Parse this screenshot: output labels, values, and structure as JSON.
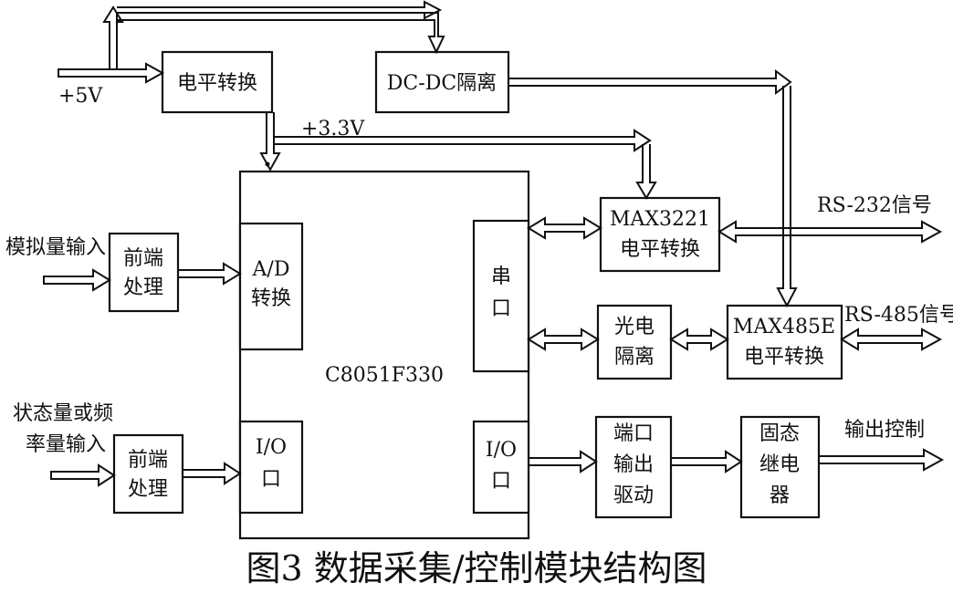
{
  "blocks": {
    "level_shift_top": "电平转换",
    "dcdc_isolation": "DC-DC隔离",
    "mcu": "C8051F330",
    "ad_line1": "A/D",
    "ad_line2": "转换",
    "io_in_line1": "I/O",
    "io_in_line2": "口",
    "serial_line1": "串",
    "serial_line2": "口",
    "io_out_line1": "I/O",
    "io_out_line2": "口",
    "frontend1_line1": "前端",
    "frontend1_line2": "处理",
    "frontend2_line1": "前端",
    "frontend2_line2": "处理",
    "max3221_line1": "MAX3221",
    "max3221_line2": "电平转换",
    "optoiso_line1": "光电",
    "optoiso_line2": "隔离",
    "max485_line1": "MAX485E",
    "max485_line2": "电平转换",
    "portdrv_line1": "端口",
    "portdrv_line2": "输出",
    "portdrv_line3": "驱动",
    "ssr_line1": "固态",
    "ssr_line2": "继电",
    "ssr_line3": "器"
  },
  "labels": {
    "plus5v": "+5V",
    "plus3v3": "+3.3V",
    "analog_input": "模拟量输入",
    "status_input_line1": "状态量或频",
    "status_input_line2": "率量输入",
    "rs232": "RS-232信号",
    "rs485": "RS-485信号",
    "output_control": "输出控制"
  },
  "caption": "图3  数据采集/控制模块结构图",
  "colors": {
    "ink": "#111111",
    "paper": "#ffffff"
  }
}
